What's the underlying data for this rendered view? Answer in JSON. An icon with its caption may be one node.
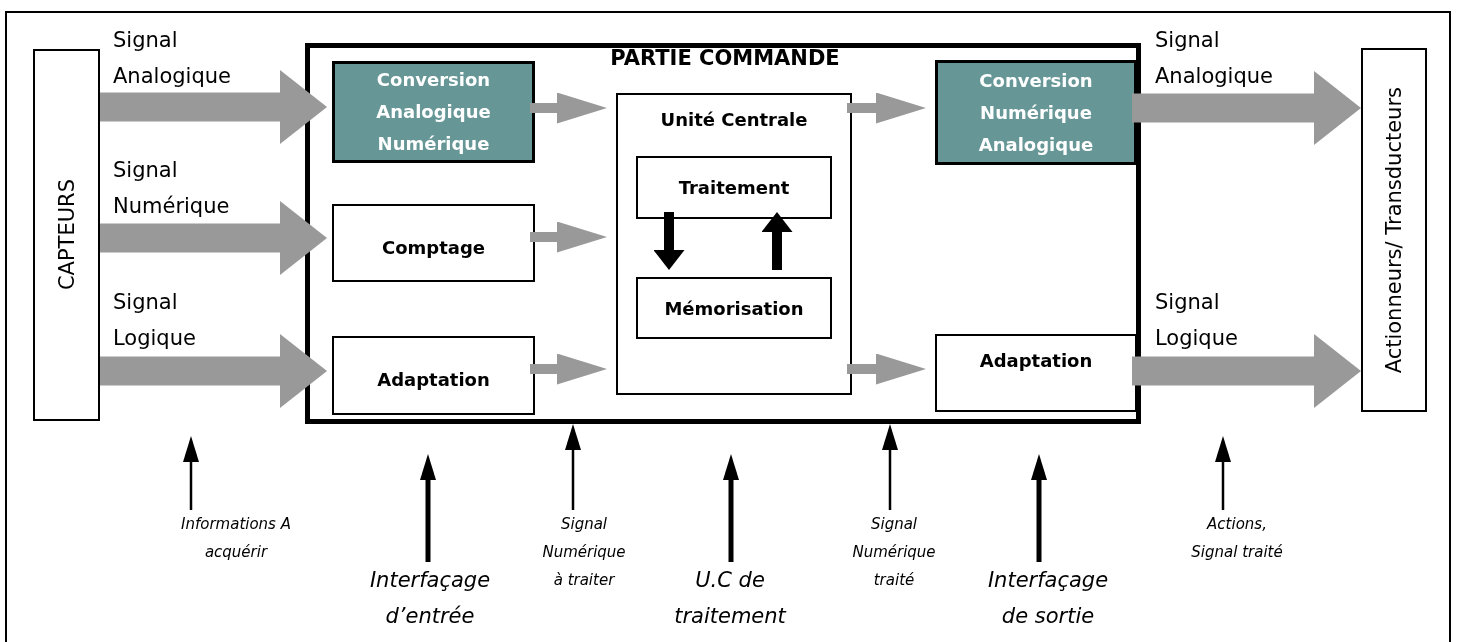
{
  "diagram": {
    "nodes": [
      {
        "text": [
          "CAPTEURS"
        ]
      },
      {
        "text": [
          "PARTIE COMMANDE"
        ]
      },
      {
        "text": [
          "Conversion Analogique Numérique"
        ],
        "in": 1
      },
      {
        "text": [
          "Unité Centrale"
        ],
        "in": 1
      },
      {
        "text": [
          "Traitement"
        ],
        "in": 3
      },
      {
        "text": [
          "Mémorisation"
        ],
        "in": 3
      },
      {
        "text": [
          "Conversion Numérique Analogique"
        ],
        "in": 1
      },
      {
        "text": [
          "Comptage"
        ],
        "in": 1
      },
      {
        "text": [
          "Adaptation"
        ],
        "in": 1
      },
      {
        "text": [
          "Adaptation"
        ],
        "in": 1
      },
      {
        "text": [
          "Actionneurs/ Transducteurs"
        ]
      },
      {
        "text": [
          "Informations A acquérir"
        ]
      },
      {
        "text": [
          "Interfaçage d’entrée"
        ]
      },
      {
        "text": [
          "Signal Numérique à traiter"
        ]
      },
      {
        "text": [
          "U.C de traitement"
        ]
      },
      {
        "text": [
          "Signal Numérique traité"
        ]
      },
      {
        "text": [
          "Interfaçage de sortie"
        ]
      },
      {
        "text": [
          "Actions, Signal traité"
        ]
      }
    ],
    "edges": [
      {
        "from": 0,
        "to": 2,
        "arrow": "to",
        "label": "Signal Analogique",
        "style": "thick"
      },
      {
        "from": 0,
        "to": 7,
        "arrow": "to",
        "label": "Signal Numérique",
        "style": "thick"
      },
      {
        "from": 0,
        "to": 8,
        "arrow": "to",
        "label": "Signal Logique",
        "style": "thick"
      },
      {
        "from": 2,
        "to": 3,
        "arrow": "to"
      },
      {
        "from": 7,
        "to": 3,
        "arrow": "to"
      },
      {
        "from": 8,
        "to": 3,
        "arrow": "to"
      },
      {
        "from": 4,
        "to": 5,
        "arrow": "to",
        "color": "#000000"
      },
      {
        "from": 5,
        "to": 4,
        "arrow": "to",
        "color": "#000000"
      },
      {
        "from": 3,
        "to": 6,
        "arrow": "to"
      },
      {
        "from": 3,
        "to": 9,
        "arrow": "to"
      },
      {
        "from": 6,
        "to": 10,
        "arrow": "to",
        "label": "Signal Analogique",
        "style": "thick"
      },
      {
        "from": 9,
        "to": 10,
        "arrow": "to",
        "label": "Signal Logique",
        "style": "thick"
      },
      {
        "from": 11,
        "to": null,
        "arrow": "to",
        "color": "#000000"
      },
      {
        "from": 12,
        "to": null,
        "arrow": "to",
        "color": "#000000"
      },
      {
        "from": 13,
        "to": 1,
        "arrow": "to",
        "color": "#000000"
      },
      {
        "from": 14,
        "to": null,
        "arrow": "to",
        "color": "#000000"
      },
      {
        "from": 15,
        "to": 1,
        "arrow": "to",
        "color": "#000000"
      },
      {
        "from": 16,
        "to": null,
        "arrow": "to",
        "color": "#000000"
      },
      {
        "from": 17,
        "to": null,
        "arrow": "to",
        "color": "#000000"
      }
    ]
  }
}
